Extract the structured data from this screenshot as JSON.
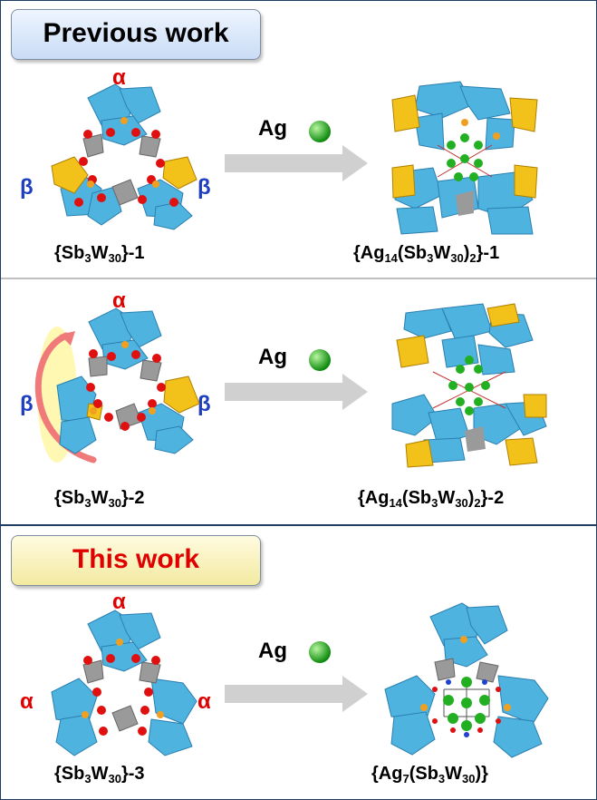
{
  "sections": [
    {
      "tag": "Previous work",
      "left_top_greek": "α",
      "left_left_greek": "β",
      "left_right_greek": "β",
      "reagent": "Ag",
      "left_label": {
        "pre": "{Sb",
        "s1": "3",
        "mid": "W",
        "s2": "30",
        "post": "}-1"
      },
      "right_label": {
        "pre": "{Ag",
        "s1": "14",
        "mid": "(Sb",
        "s2": "3",
        "mid2": "W",
        "s3": "30",
        "mid3": ")",
        "s4": "2",
        "post": "}-1"
      }
    },
    {
      "left_top_greek": "α",
      "left_left_greek": "β",
      "left_right_greek": "β",
      "reagent": "Ag",
      "left_label": {
        "pre": "{Sb",
        "s1": "3",
        "mid": "W",
        "s2": "30",
        "post": "}-2"
      },
      "right_label": {
        "pre": "{Ag",
        "s1": "14",
        "mid": "(Sb",
        "s2": "3",
        "mid2": "W",
        "s3": "30",
        "mid3": ")",
        "s4": "2",
        "post": "}-2"
      }
    },
    {
      "tag": "This work",
      "left_top_greek": "α",
      "left_left_greek": "α",
      "left_right_greek": "α",
      "reagent": "Ag",
      "left_label": {
        "pre": "{Sb",
        "s1": "3",
        "mid": "W",
        "s2": "30",
        "post": "}-3"
      },
      "right_label": {
        "pre": "{Ag",
        "s1": "7",
        "mid": "(Sb",
        "s2": "3",
        "mid2": "W",
        "s3": "30",
        "post": ")}"
      }
    }
  ],
  "colors": {
    "polyhedron_blue": "#4fb3e0",
    "polyhedron_yellow": "#f2c21b",
    "polyhedron_gray": "#9a9a9a",
    "oxygen_red": "#e01010",
    "antimony_orange": "#f0a020",
    "silver_green": "#22b022",
    "arrow_gray": "#d0d0d0"
  }
}
